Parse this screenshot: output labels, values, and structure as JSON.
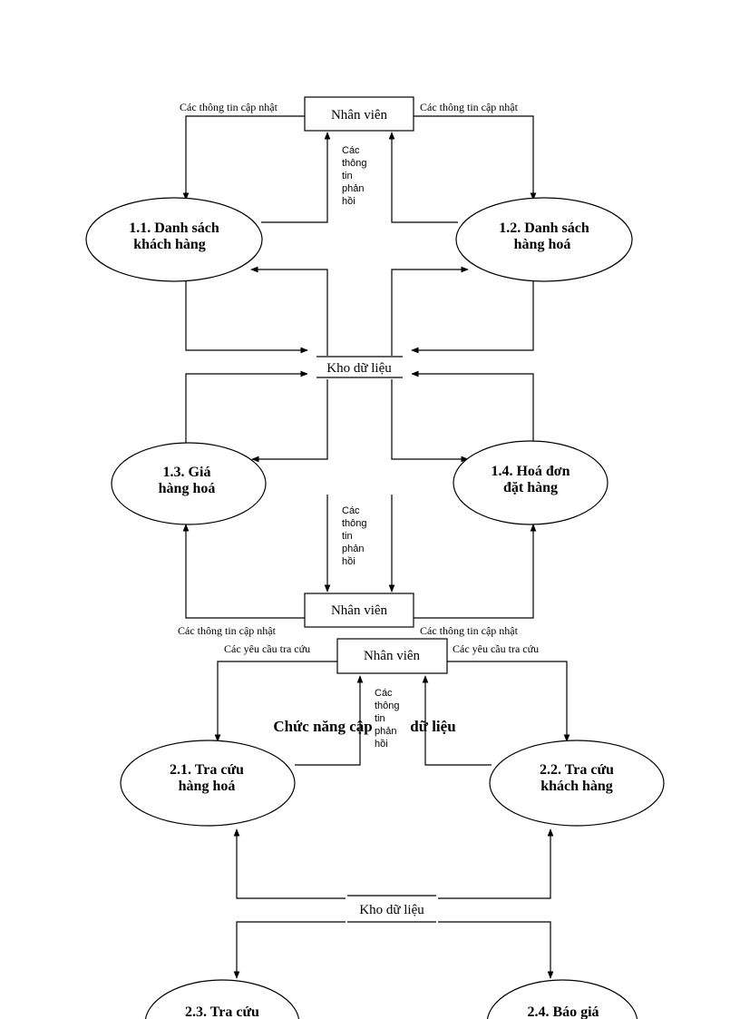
{
  "diagram1": {
    "entity_top": "Nhân viên",
    "entity_bottom": "Nhân viên",
    "datastore": "Kho dữ liệu",
    "flow_update": "Các thông tin cập nhật",
    "feedback": [
      "Các",
      "thông",
      "tin",
      "phản",
      "hồi"
    ],
    "processes": {
      "p11": [
        "1.1. Danh sách",
        "khách hàng"
      ],
      "p12": [
        "1.2. Danh sách",
        "hàng hoá"
      ],
      "p13": [
        "1.3. Giá",
        "hàng hoá"
      ],
      "p14": [
        "1.4. Hoá đơn",
        "đặt hàng"
      ]
    }
  },
  "title": "Chức năng cập nhật dữ liệu",
  "diagram2": {
    "entity": "Nhân viên",
    "datastore": "Kho dữ liệu",
    "flow_query": "Các yêu cầu tra cứu",
    "feedback": [
      "Các",
      "thông",
      "tin",
      "phản",
      "hồi"
    ],
    "processes": {
      "p21": [
        "2.1. Tra cứu",
        "hàng hoá"
      ],
      "p22": [
        "2.2. Tra cứu",
        "khách hàng"
      ],
      "p23": [
        "2.3. Tra cứu"
      ],
      "p24": [
        "2.4. Báo giá"
      ]
    }
  }
}
